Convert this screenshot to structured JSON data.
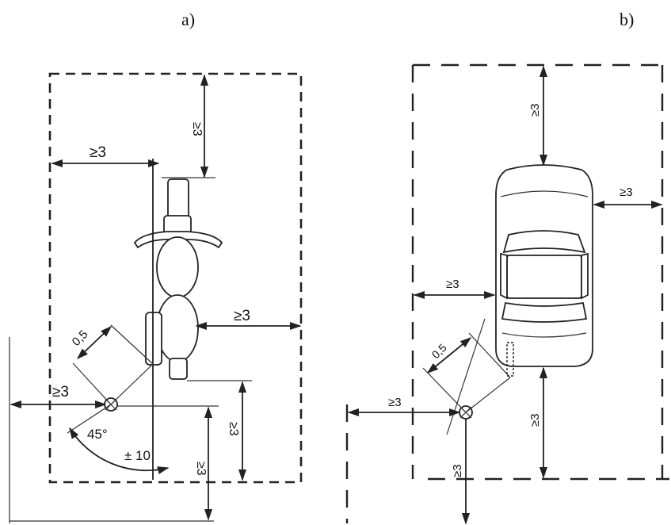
{
  "panels": {
    "a": {
      "label": "a)"
    },
    "b": {
      "label": "b)"
    }
  },
  "dimensions": {
    "min_clearance": "≥3",
    "sensor_offset": "0,5",
    "angle": "45°",
    "tolerance": "± 10"
  }
}
